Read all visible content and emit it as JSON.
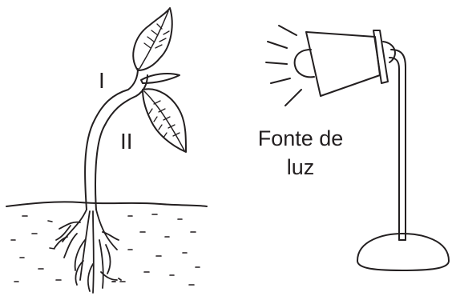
{
  "labels": {
    "stem_upper": "I",
    "stem_lower": "II",
    "light_source_line1": "Fonte de",
    "light_source_line2": "luz"
  },
  "colors": {
    "ink": "#231f20",
    "background": "#ffffff"
  },
  "icons": {
    "lamp": "desk-lamp-icon",
    "plant": "seedling-icon"
  }
}
